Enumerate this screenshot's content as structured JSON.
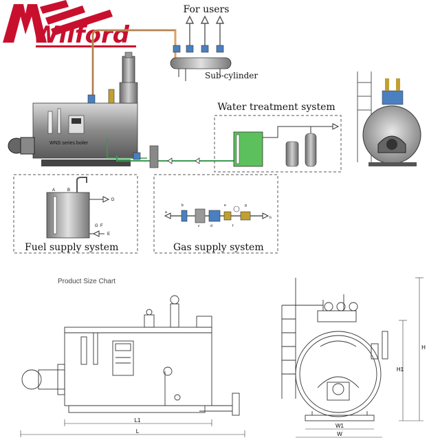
{
  "brand": {
    "name": "Wilford",
    "color": "#c8102e"
  },
  "labels": {
    "for_users": "For users",
    "sub_cylinder": "Sub-cylinder",
    "water_treatment": "Water treatment system",
    "fuel_supply": "Fuel supply system",
    "gas_supply": "Gas supply system",
    "boiler_plate": "WNS series boiler",
    "product_size_chart": "Product Size Chart"
  },
  "fuel_ports": {
    "a": "A",
    "b": "B",
    "d": "D",
    "g": "G",
    "f": "F",
    "e": "E"
  },
  "gas_ports": {
    "a": "a",
    "b": "b",
    "c": "c",
    "d": "d",
    "e": "e",
    "f": "f",
    "g": "g",
    "h": "h"
  },
  "dims": {
    "l": "L",
    "l1": "L1",
    "w": "W",
    "w1": "W1",
    "h": "H",
    "h1": "H1"
  },
  "colors": {
    "steam_pipe": "#e0a060",
    "water_pipe": "#3a9a50",
    "treatment_tank": "#5cc15c",
    "line": "#333333"
  }
}
